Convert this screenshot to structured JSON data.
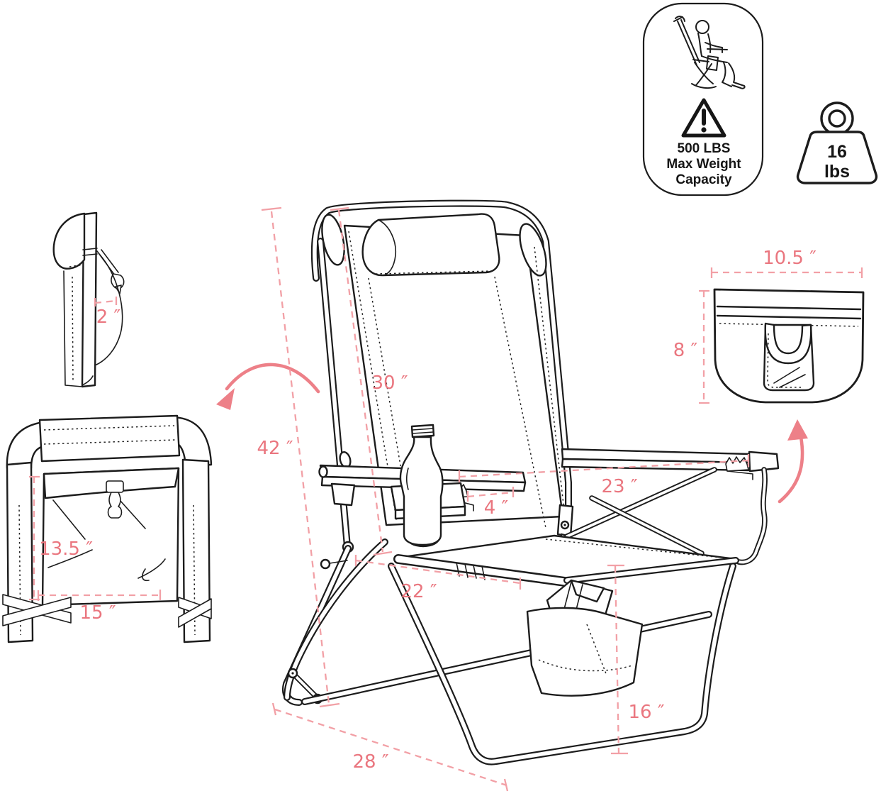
{
  "capacity_badge": {
    "line1": "500 LBS",
    "line2": "Max Weight",
    "line3": "Capacity"
  },
  "weight_badge": {
    "value": "16",
    "unit": "lbs"
  },
  "dimensions": {
    "headrest_thickness": "2 ″",
    "pocket_height": "13.5 ″",
    "pocket_width": "15 ″",
    "pouch_width": "10.5 ″",
    "pouch_height": "8 ″",
    "backrest_length": "30 ″",
    "overall_height": "42 ″",
    "armrest_span": "23 ″",
    "cupholder_offset": "4 ″",
    "seat_width": "22 ″",
    "seat_front_height": "16 ″",
    "base_depth": "28 ″"
  },
  "icons": {
    "seated_person": "person-reclining-on-beach-chair-icon",
    "warning": "warning-triangle-icon",
    "weight": "kettlebell-weight-icon"
  },
  "colors": {
    "ink": "#1c1c1c",
    "dimension_text": "#ea767f",
    "dimension_line": "#f2a0a6",
    "arrow": "#ed8088",
    "background": "#ffffff"
  }
}
